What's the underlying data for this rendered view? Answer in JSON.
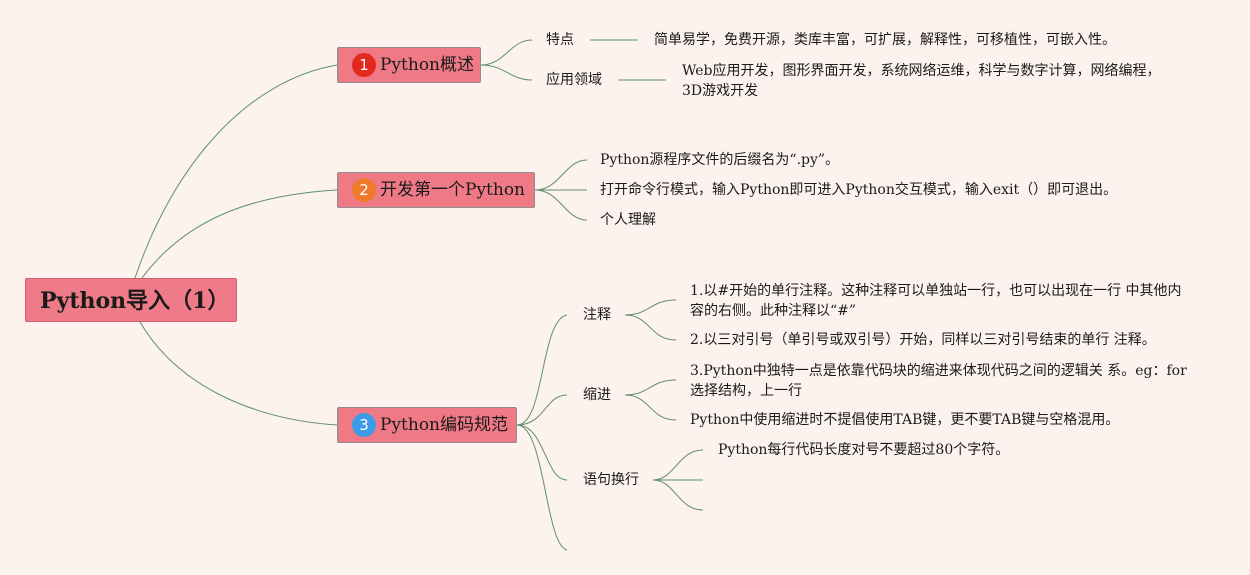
{
  "root": {
    "label": "Python导入（1）"
  },
  "topics": [
    {
      "num": "1",
      "label": "Python概述",
      "items": [
        {
          "label": "特点",
          "text": "简单易学，免费开源，类库丰富，可扩展，解释性，可移植性，可嵌入性。"
        },
        {
          "label": "应用领域",
          "text": "Web应用开发，图形界面开发，系统网络运维，科学与数字计算，网络编程，3D游戏开发"
        }
      ]
    },
    {
      "num": "2",
      "label": "开发第一个Python",
      "items": [
        "Python源程序文件的后缀名为“.py”。",
        "打开命令行模式，输入Python即可进入Python交互模式，输入exit（）即可退出。",
        "个人理解"
      ]
    },
    {
      "num": "3",
      "label": "Python编码规范",
      "groups": [
        {
          "label": "注释",
          "items": [
            "1.以#开始的单行注释。这种注释可以单独站一行，也可以出现在一行 中其他内容的右侧。此种注释以“#”",
            "2.以三对引号（单引号或双引号）开始，同样以三对引号结束的单行 注释。"
          ]
        },
        {
          "label": "缩进",
          "items": [
            "3.Python中独特一点是依靠代码块的缩进来体现代码之间的逻辑关 系。eg：for选择结构，上一行",
            "Python中使用缩进时不提倡使用TAB键，更不要TAB键与空格混用。"
          ]
        },
        {
          "label": "语句换行",
          "items": [
            "Python每行代码长度对号不要超过80个字符。"
          ]
        }
      ]
    }
  ]
}
